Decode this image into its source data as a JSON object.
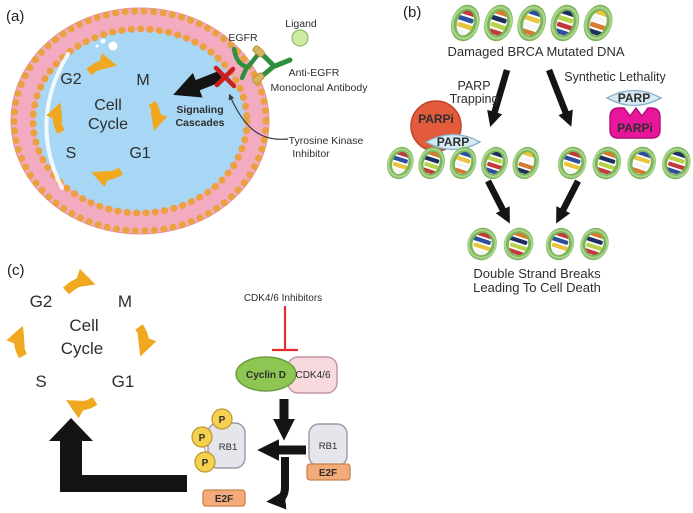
{
  "figure": {
    "type": "scientific-diagram",
    "description": "Three-panel cancer therapy mechanism figure"
  },
  "colors": {
    "cytoplasm_blue": "#a7d7f4",
    "membrane_pink": "#f2abc0",
    "bead_orange": "#eaa13f",
    "cycle_arrow_yellow": "#efa81f",
    "black_arrow": "#141414",
    "receptor_green": "#2f8f3f",
    "ligand_green": "#cde9a3",
    "inhibitor_x_red": "#cc1f1f",
    "dna_green": "#7cb45a",
    "parpi_red_circle": "#e25b3d",
    "parp_blue": "#d6eaf5",
    "parpi_magenta": "#e8169a",
    "cyclin_d_green": "#8dc653",
    "cdk46_pink": "#f7d9de",
    "rb1_gray": "#e6e5ec",
    "e2f_orange": "#f4aa7b",
    "p_yellow": "#f6d14f",
    "inhibition_line_red": "#e23030"
  },
  "panel_a": {
    "label": "(a)",
    "cycle": {
      "g2": "G2",
      "m": "M",
      "s": "S",
      "g1": "G1",
      "center_line1": "Cell",
      "center_line2": "Cycle"
    },
    "egfr": "EGFR",
    "ligand": "Ligand",
    "antibody_line1": "Anti-EGFR",
    "antibody_line2": "Monoclonal Antibody",
    "signaling_line1": "Signaling",
    "signaling_line2": "Cascades",
    "tki_line1": "Tyrosine Kinase",
    "tki_line2": "Inhibitor"
  },
  "panel_b": {
    "label": "(b)",
    "damaged_dna": "Damaged BRCA Mutated DNA",
    "parp_trapping_line1": "PARP",
    "parp_trapping_line2": "Trapping",
    "synthetic_lethality": "Synthetic Lethality",
    "parpi_left": "PARPi",
    "parp_left": "PARP",
    "parp_right": "PARP",
    "parpi_right": "PARPi",
    "outcome_line1": "Double Strand Breaks",
    "outcome_line2": "Leading To Cell Death"
  },
  "panel_c": {
    "label": "(c)",
    "cycle": {
      "g2": "G2",
      "m": "M",
      "s": "S",
      "g1": "G1",
      "center_line1": "Cell",
      "center_line2": "Cycle"
    },
    "cdk_inhibitors": "CDK4/6 Inhibitors",
    "cyclin_d": "Cyclin D",
    "cdk46": "CDK4/6",
    "rb1_phospho": "RB1",
    "rb1_complex": "RB1",
    "e2f_complex": "E2F",
    "e2f_free": "E2F",
    "p1": "P",
    "p2": "P",
    "p3": "P"
  }
}
